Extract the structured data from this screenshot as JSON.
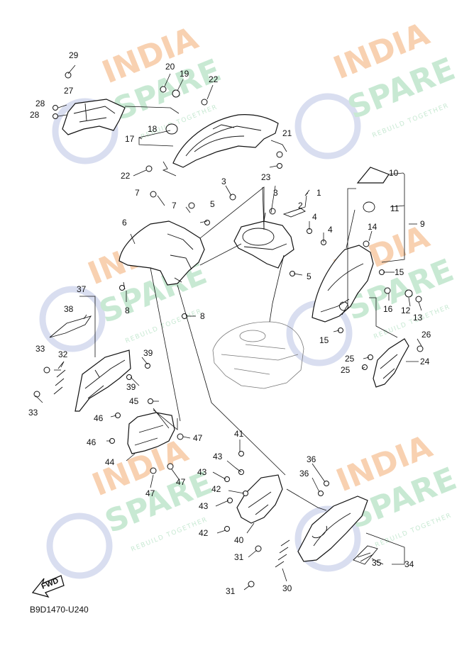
{
  "diagram_code": "B9D1470-U240",
  "fwd_label": "FWD",
  "watermark": {
    "line1": "INDIA",
    "line2": "SPARE",
    "line3": "REBUILD TOGETHER",
    "color1": "#f7c9a3",
    "color2": "#bfe6cc",
    "icon_color": "#d3d8ee"
  },
  "callouts": {
    "c1": "1",
    "c2": "2",
    "c3a": "3",
    "c3b": "3",
    "c4a": "4",
    "c4b": "4",
    "c5a": "5",
    "c5b": "5",
    "c6": "6",
    "c7a": "7",
    "c7b": "7",
    "c8a": "8",
    "c8b": "8",
    "c9": "9",
    "c10": "10",
    "c11": "11",
    "c12": "12",
    "c13": "13",
    "c14": "14",
    "c15a": "15",
    "c15b": "15",
    "c16": "16",
    "c17": "17",
    "c18": "18",
    "c19": "19",
    "c20": "20",
    "c21": "21",
    "c22a": "22",
    "c22b": "22",
    "c23": "23",
    "c24": "24",
    "c25a": "25",
    "c25b": "25",
    "c26": "26",
    "c27": "27",
    "c28a": "28",
    "c28b": "28",
    "c29": "29",
    "c30": "30",
    "c31a": "31",
    "c31b": "31",
    "c32": "32",
    "c33a": "33",
    "c33b": "33",
    "c34": "34",
    "c35": "35",
    "c36a": "36",
    "c36b": "36",
    "c37": "37",
    "c38": "38",
    "c39a": "39",
    "c39b": "39",
    "c40": "40",
    "c41": "41",
    "c42a": "42",
    "c42b": "42",
    "c43a": "43",
    "c43b": "43",
    "c43c": "43",
    "c44": "44",
    "c45": "45",
    "c46a": "46",
    "c46b": "46",
    "c47a": "47",
    "c47b": "47",
    "c47c": "47"
  }
}
